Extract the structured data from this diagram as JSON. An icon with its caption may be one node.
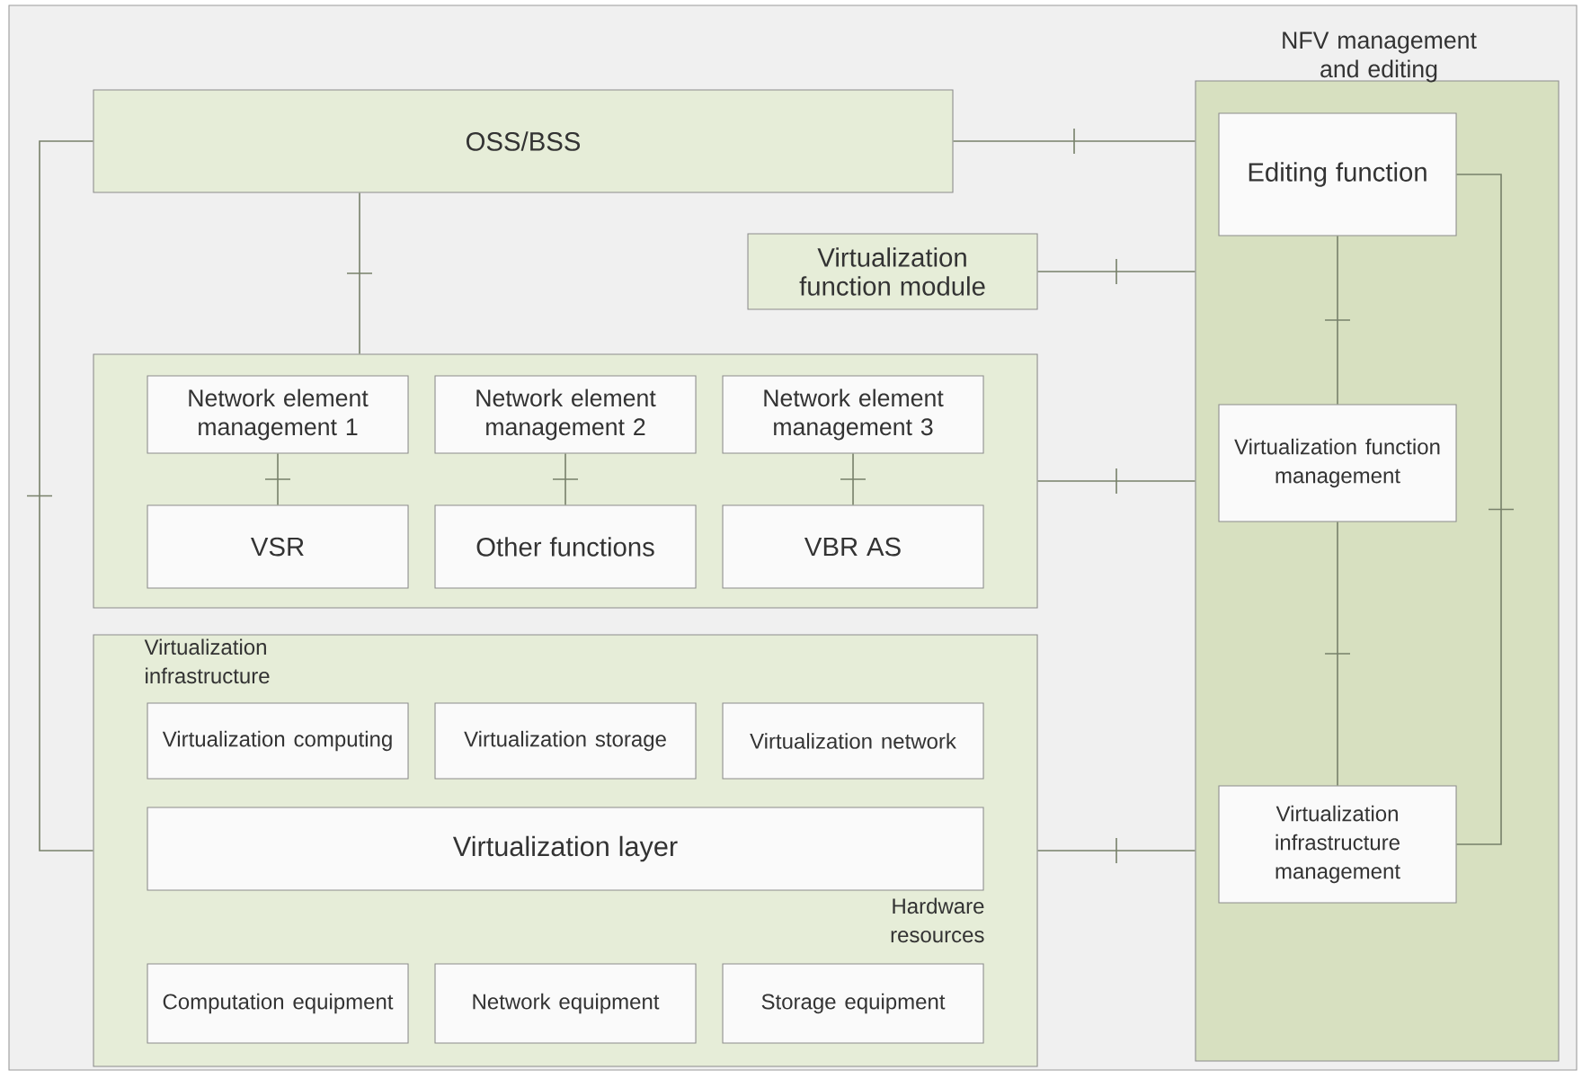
{
  "diagram": {
    "nodes": [
      {
        "text": [
          "OSS/BSS"
        ]
      },
      {
        "text": [
          "Virtualization function module"
        ]
      },
      {
        "text": [],
        "shape": "box"
      },
      {
        "text": [
          "Network element management 1"
        ],
        "in": 2
      },
      {
        "text": [
          "Network element management 2"
        ],
        "in": 2
      },
      {
        "text": [
          "Network element management 3"
        ],
        "in": 2
      },
      {
        "text": [
          "VSR"
        ],
        "in": 2
      },
      {
        "text": [
          "Other functions"
        ],
        "in": 2
      },
      {
        "text": [
          "VBR AS"
        ],
        "in": 2
      },
      {
        "text": [
          "Virtualization infrastructure",
          "Hardware resources"
        ]
      },
      {
        "text": [
          "Virtualization computing"
        ],
        "in": 9
      },
      {
        "text": [
          "Virtualization storage"
        ],
        "in": 9
      },
      {
        "text": [
          "Virtualization network"
        ],
        "in": 9
      },
      {
        "text": [
          "Virtualization layer"
        ],
        "in": 9
      },
      {
        "text": [
          "Computation equipment"
        ],
        "in": 9
      },
      {
        "text": [
          "Network equipment"
        ],
        "in": 9
      },
      {
        "text": [
          "Storage equipment"
        ],
        "in": 9
      },
      {
        "text": [
          "NFV management and editing"
        ]
      },
      {
        "text": [
          "Editing function"
        ],
        "in": 17
      },
      {
        "text": [
          "Virtualization function management"
        ],
        "in": 17
      },
      {
        "text": [
          "Virtualization infrastructure management"
        ],
        "in": 17
      }
    ],
    "edges": [
      {
        "from": 0,
        "to": 2,
        "arrow": "none"
      },
      {
        "from": 0,
        "to": 17,
        "arrow": "none"
      },
      {
        "from": 1,
        "to": 17,
        "arrow": "none"
      },
      {
        "from": 2,
        "to": 17,
        "arrow": "none"
      },
      {
        "from": 9,
        "to": 17,
        "arrow": "none"
      },
      {
        "from": 0,
        "to": 9,
        "arrow": "none"
      },
      {
        "from": 3,
        "to": 6,
        "arrow": "none"
      },
      {
        "from": 4,
        "to": 7,
        "arrow": "none"
      },
      {
        "from": 5,
        "to": 8,
        "arrow": "none"
      },
      {
        "from": 18,
        "to": 19,
        "arrow": "none"
      },
      {
        "from": 19,
        "to": 20,
        "arrow": "none"
      },
      {
        "from": 18,
        "to": 20,
        "arrow": "none"
      }
    ]
  }
}
